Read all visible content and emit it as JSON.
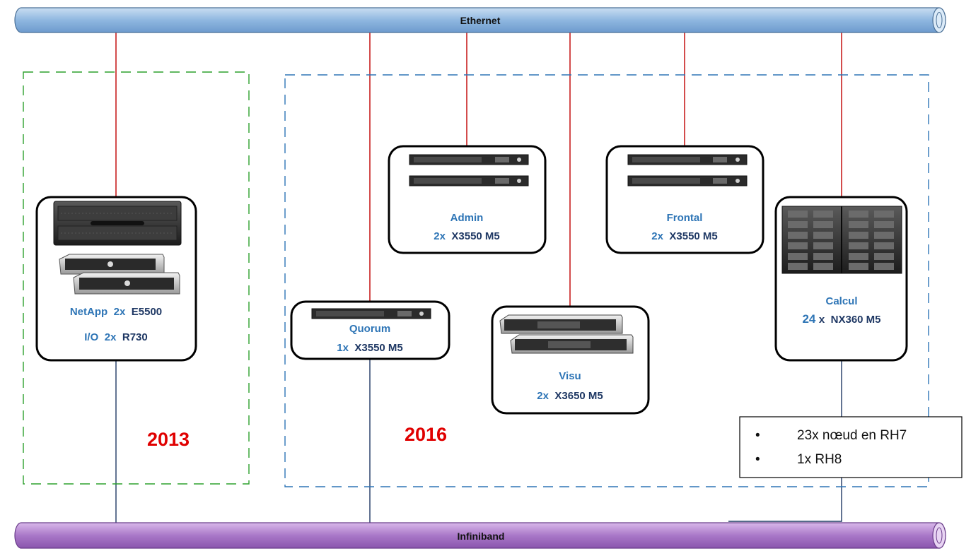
{
  "buses": {
    "ethernet": {
      "label": "Ethernet",
      "color": "#9dc3e6"
    },
    "infiniband": {
      "label": "Infiniband",
      "color": "#b389cc"
    }
  },
  "zones": {
    "zone_2013": {
      "year": "2013",
      "border_color": "#2ca02c"
    },
    "zone_2016": {
      "year": "2016",
      "border_color": "#2e75b6"
    }
  },
  "nodes": {
    "netapp": {
      "line1": {
        "name": "NetApp",
        "qty": "2x",
        "model": "E5500"
      },
      "line2": {
        "name": "I/O",
        "qty": "2x",
        "model": "R730"
      }
    },
    "admin": {
      "name": "Admin",
      "qty": "2x",
      "model": "X3550 M5"
    },
    "frontal": {
      "name": "Frontal",
      "qty": "2x",
      "model": "X3550 M5"
    },
    "quorum": {
      "name": "Quorum",
      "qty": "1x",
      "model": "X3550 M5"
    },
    "visu": {
      "name": "Visu",
      "qty": "2x",
      "model": "X3650 M5"
    },
    "calcul": {
      "name": "Calcul",
      "qty_number": "24",
      "qty_suffix": "x",
      "model": "NX360 M5"
    }
  },
  "note": {
    "items": [
      "23x nœud en RH7",
      "1x RH8"
    ]
  },
  "colors": {
    "ethernet_link": "#c00000",
    "infiniband_link": "#1f3864",
    "title_blue": "#2e75b6",
    "year_red": "#e00000"
  }
}
